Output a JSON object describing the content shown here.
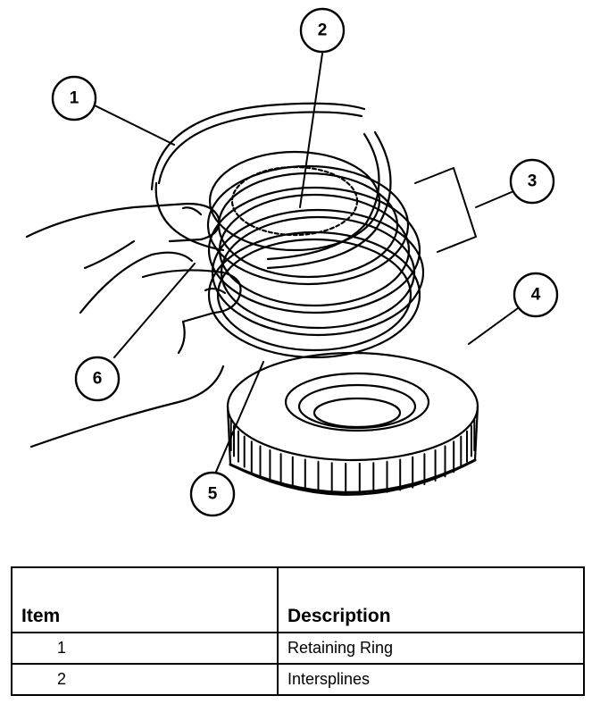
{
  "diagram": {
    "callouts": [
      "1",
      "2",
      "3",
      "4",
      "5",
      "6"
    ]
  },
  "table": {
    "headers": {
      "item": "Item",
      "description": "Description"
    },
    "rows": [
      {
        "item": "1",
        "description": "Retaining Ring"
      },
      {
        "item": "2",
        "description": "Intersplines"
      }
    ]
  },
  "colors": {
    "ink": "#000000",
    "paper": "#ffffff"
  }
}
